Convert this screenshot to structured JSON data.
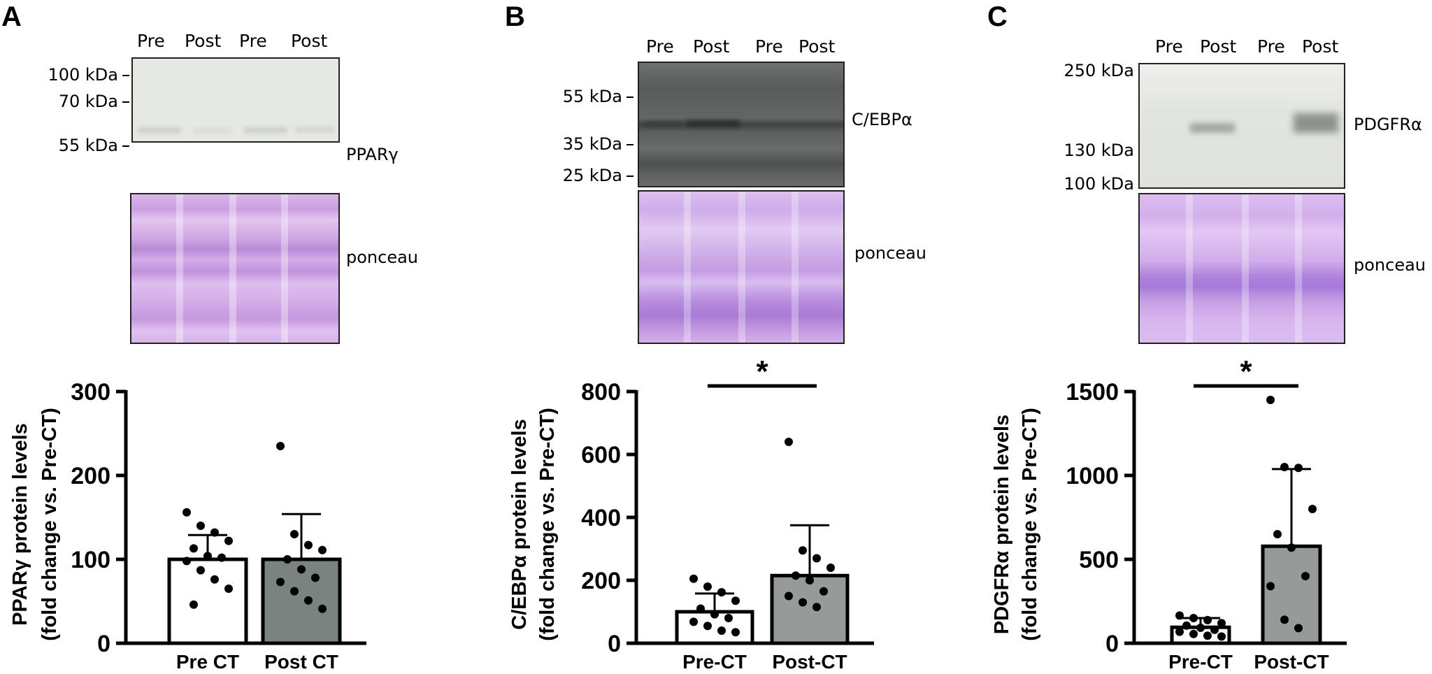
{
  "panels": [
    {
      "letter": "A",
      "lanes": [
        "Pre",
        "Post",
        "Pre",
        "Post"
      ],
      "markers": [
        "100 kDa",
        "70 kDa",
        "55 kDa"
      ],
      "protein_label": "PPARγ",
      "loading_label": "ponceau"
    },
    {
      "letter": "B",
      "lanes": [
        "Pre",
        "Post",
        "Pre",
        "Post"
      ],
      "markers": [
        "55 kDa",
        "35 kDa",
        "25 kDa"
      ],
      "protein_label": "C/EBPα",
      "loading_label": "ponceau"
    },
    {
      "letter": "C",
      "lanes": [
        "Pre",
        "Post",
        "Pre",
        "Post"
      ],
      "markers": [
        "250 kDa",
        "130 kDa",
        "100 kDa"
      ],
      "protein_label": "PDGFRα",
      "loading_label": "ponceau"
    }
  ],
  "chart_data": [
    {
      "type": "bar",
      "categories": [
        "Pre CT",
        "Post CT"
      ],
      "values": [
        100,
        100
      ],
      "sd": [
        29,
        54
      ],
      "ylabel_line1": "PPARγ protein levels",
      "ylabel_line2": "(fold change vs. Pre-CT)",
      "ylim": [
        0,
        300
      ],
      "yticks": [
        "0",
        "100",
        "200",
        "300"
      ],
      "bar_colors": [
        "#ffffff",
        "#7b8381"
      ],
      "points": [
        [
          156,
          140,
          132,
          122,
          113,
          104,
          102,
          98,
          87,
          76,
          65,
          46
        ],
        [
          235,
          130,
          117,
          111,
          100,
          88,
          78,
          73,
          62,
          51,
          41
        ]
      ],
      "significance": ""
    },
    {
      "type": "bar",
      "categories": [
        "Pre-CT",
        "Post-CT"
      ],
      "values": [
        100,
        215
      ],
      "sd": [
        58,
        160
      ],
      "ylabel_line1": "C/EBPα protein levels",
      "ylabel_line2": "(fold change vs. Pre-CT)",
      "ylim": [
        0,
        800
      ],
      "yticks": [
        "0",
        "200",
        "400",
        "600",
        "800"
      ],
      "bar_colors": [
        "#ffffff",
        "#969b99"
      ],
      "points": [
        [
          205,
          180,
          162,
          135,
          110,
          92,
          80,
          68,
          55,
          40,
          35
        ],
        [
          640,
          295,
          270,
          240,
          215,
          200,
          165,
          150,
          130,
          115
        ]
      ],
      "significance": "*"
    },
    {
      "type": "bar",
      "categories": [
        "Pre-CT",
        "Post-CT"
      ],
      "values": [
        95,
        578
      ],
      "sd": [
        55,
        460
      ],
      "ylabel_line1": "PDGFRα protein levels",
      "ylabel_line2": "(fold change vs. Pre-CT)",
      "ylim": [
        0,
        1500
      ],
      "yticks": [
        "0",
        "500",
        "1000",
        "1500"
      ],
      "bar_colors": [
        "#ffffff",
        "#969b99"
      ],
      "points": [
        [
          165,
          150,
          138,
          120,
          105,
          92,
          80,
          68,
          55,
          45,
          40
        ],
        [
          1450,
          1050,
          1045,
          800,
          650,
          570,
          400,
          340,
          140,
          90
        ]
      ],
      "significance": "*"
    }
  ]
}
